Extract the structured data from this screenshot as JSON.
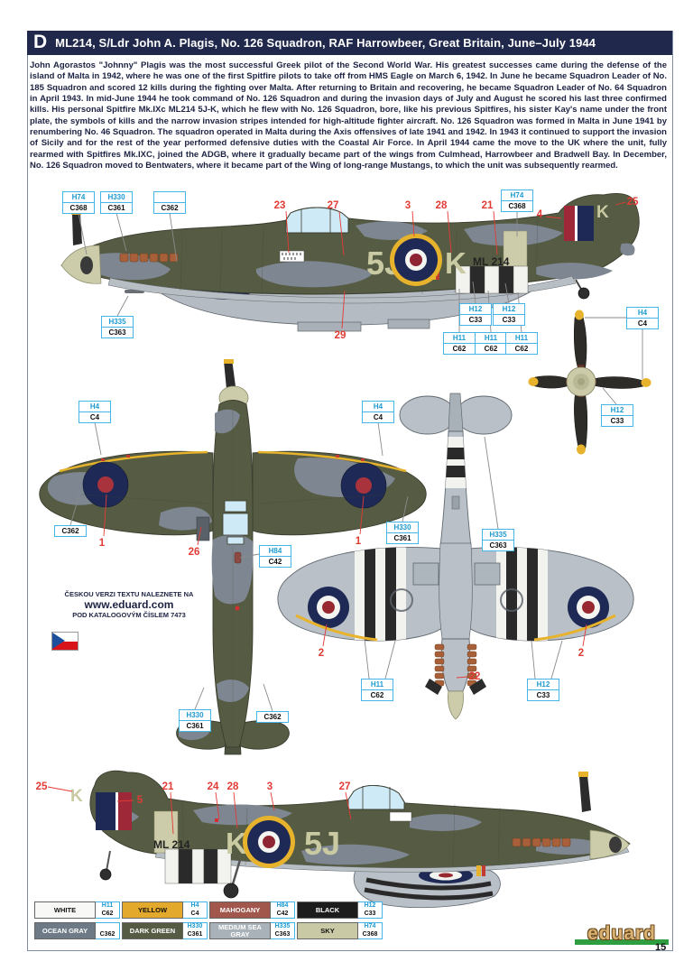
{
  "header": {
    "letter": "D",
    "title": "ML214, S/Ldr John A. Plagis, No. 126 Squadron, RAF Harrowbeer, Great Britain, June–July 1944"
  },
  "intro": "John Agorastos \"Johnny\" Plagis was the most successful Greek pilot of the Second World War. His greatest successes came during the defense of the island of Malta in 1942, where he was one of the first Spitfire pilots to take off from HMS Eagle on March 6, 1942. In June he became Squadron Leader of No. 185 Squadron and scored 12 kills during the fighting over Malta. After returning to Britain and recovering, he became Squadron Leader of No. 64 Squadron in April 1943. In mid-June 1944 he took command of No. 126 Squadron and during the invasion days of July and August he scored his last three confirmed kills. His personal Spitfire Mk.IXc ML214 5J-K, which he flew with No. 126 Squadron, bore, like his previous Spitfires, his sister Kay's name under the front plate, the symbols of kills and the narrow invasion stripes intended for high-altitude fighter aircraft. No. 126 Squadron was formed in Malta in June 1941 by renumbering No. 46 Squadron. The squadron operated in Malta during the Axis offensives of late 1941 and 1942. In 1943 it continued to support the invasion of Sicily and for the rest of the year performed defensive duties with the Coastal Air Force. In April 1944 came the move to the UK where the unit, fully rearmed with Spitfires Mk.IXC, joined the ADGB, where it gradually became part of the wings from Culmhead, Harrowbeer and Bradwell Bay. In December, No. 126 Squadron moved to Bentwaters, where it became part of the Wing of long-range Mustangs, to which the unit was subsequently rearmed.",
  "czech_note": {
    "line1": "ČESKOU VERZI TEXTU NALEZNETE NA",
    "line2": "www.eduard.com",
    "line3": "POD KATALOGOVÝM ČÍSLEM 7473"
  },
  "markings": {
    "code": "5J",
    "letter": "K",
    "serial": "ML 214",
    "fin_letter": "K"
  },
  "paint_callouts": [
    {
      "h": "H74",
      "c": "C368"
    },
    {
      "h": "H330",
      "c": "C361"
    },
    {
      "h": "",
      "c": "C362"
    },
    {
      "h": "H335",
      "c": "C363"
    },
    {
      "h": "H74",
      "c": "C368"
    },
    {
      "h": "H12",
      "c": "C33"
    },
    {
      "h": "H12",
      "c": "C33"
    },
    {
      "h": "H11",
      "c": "C62"
    },
    {
      "h": "H11",
      "c": "C62"
    },
    {
      "h": "H11",
      "c": "C62"
    },
    {
      "h": "H4",
      "c": "C4"
    },
    {
      "h": "H12",
      "c": "C33"
    },
    {
      "h": "H4",
      "c": "C4"
    },
    {
      "h": "",
      "c": "C362"
    },
    {
      "h": "H4",
      "c": "C4"
    },
    {
      "h": "H84",
      "c": "C42"
    },
    {
      "h": "H330",
      "c": "C361"
    },
    {
      "h": "",
      "c": "C362"
    },
    {
      "h": "H330",
      "c": "C361"
    },
    {
      "h": "H335",
      "c": "C363"
    },
    {
      "h": "H11",
      "c": "C62"
    },
    {
      "h": "H12",
      "c": "C33"
    }
  ],
  "number_callouts": [
    "23",
    "27",
    "3",
    "28",
    "21",
    "4",
    "25",
    "29",
    "1",
    "26",
    "1",
    "2",
    "2",
    "22",
    "25",
    "5",
    "21",
    "24",
    "28",
    "3",
    "27"
  ],
  "legend": [
    {
      "name": "WHITE",
      "h": "H11",
      "c": "C62"
    },
    {
      "name": "YELLOW",
      "h": "H4",
      "c": "C4"
    },
    {
      "name": "MAHOGANY",
      "h": "H84",
      "c": "C42"
    },
    {
      "name": "BLACK",
      "h": "H12",
      "c": "C33"
    },
    {
      "name": "OCEAN GRAY",
      "h": "",
      "c": "C362"
    },
    {
      "name": "DARK GREEN",
      "h": "H330",
      "c": "C361"
    },
    {
      "name": "MEDIUM SEA GRAY",
      "h": "H335",
      "c": "C363"
    },
    {
      "name": "SKY",
      "h": "H74",
      "c": "C368"
    }
  ],
  "footer": {
    "brand": "eduard",
    "page": "15"
  },
  "colors": {
    "header_navy": "#20294c",
    "callout_cyan": "#1b9ad2",
    "callout_red": "#e23b35",
    "dark_green": "#565c43",
    "ocean_gray": "#7e8691",
    "medium_sea_gray": "#b7bec4",
    "sky": "#ccccaa",
    "yellow": "#e3a92c",
    "mahogany": "#a2574d",
    "black": "#1c1c1c",
    "white": "#f8f8f6",
    "roundel_blue": "#1e2a55",
    "roundel_red": "#8f2433",
    "logo_green": "#2f9e41",
    "logo_tan": "#d9b273"
  }
}
